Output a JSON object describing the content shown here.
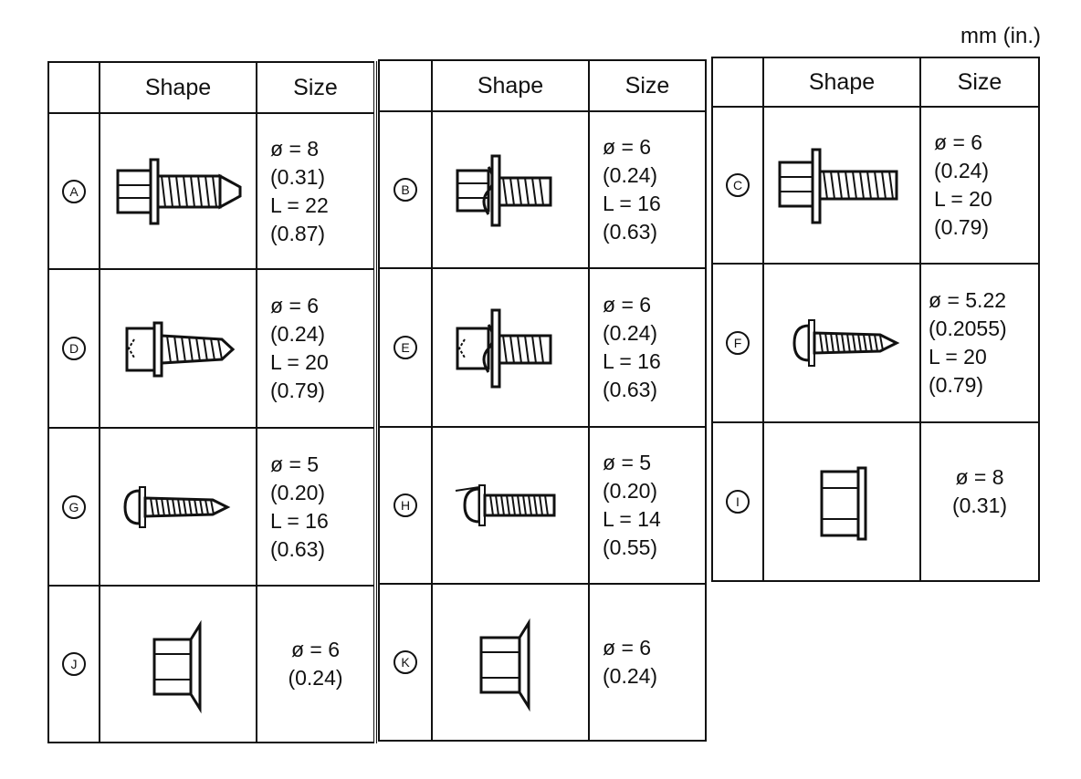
{
  "unit_label": "mm (in.)",
  "headers": {
    "shape": "Shape",
    "size": "Size"
  },
  "columns": [
    {
      "rows": [
        {
          "letter": "A",
          "icon": "flange-bolt-pilot-tip-icon",
          "size": [
            "ø = 8",
            "(0.31)",
            "L = 22",
            "(0.87)"
          ]
        },
        {
          "letter": "D",
          "icon": "tapping-screw-washer-icon",
          "size": [
            "ø = 6",
            "(0.24)",
            "L = 20",
            "(0.79)"
          ]
        },
        {
          "letter": "G",
          "icon": "pan-head-tapping-screw-icon",
          "size": [
            "ø = 5",
            "(0.20)",
            "L = 16",
            "(0.63)"
          ]
        },
        {
          "letter": "J",
          "icon": "flange-nut-icon",
          "size": [
            "ø = 6",
            "(0.24)"
          ]
        }
      ]
    },
    {
      "rows": [
        {
          "letter": "B",
          "icon": "hex-bolt-spring-washer-icon",
          "size": [
            "ø = 6",
            "(0.24)",
            "L = 16",
            "(0.63)"
          ]
        },
        {
          "letter": "E",
          "icon": "hex-bolt-spring-washer-icon",
          "size": [
            "ø = 6",
            "(0.24)",
            "L = 16",
            "(0.63)"
          ]
        },
        {
          "letter": "H",
          "icon": "pan-head-machine-screw-icon",
          "size": [
            "ø = 5",
            "(0.20)",
            "L = 14",
            "(0.55)"
          ]
        },
        {
          "letter": "K",
          "icon": "flange-nut-icon",
          "size": [
            "ø = 6",
            "(0.24)"
          ]
        }
      ]
    },
    {
      "rows": [
        {
          "letter": "C",
          "icon": "hex-flange-bolt-icon",
          "size": [
            "ø = 6",
            "(0.24)",
            "L = 20",
            "(0.79)"
          ]
        },
        {
          "letter": "F",
          "icon": "pan-head-tapping-screw-icon",
          "size": [
            "ø = 5.22",
            "(0.2055)",
            "L = 20",
            "(0.79)"
          ]
        },
        {
          "letter": "I",
          "icon": "hex-nut-icon",
          "size": [
            "ø = 8",
            "(0.31)"
          ]
        }
      ]
    }
  ]
}
